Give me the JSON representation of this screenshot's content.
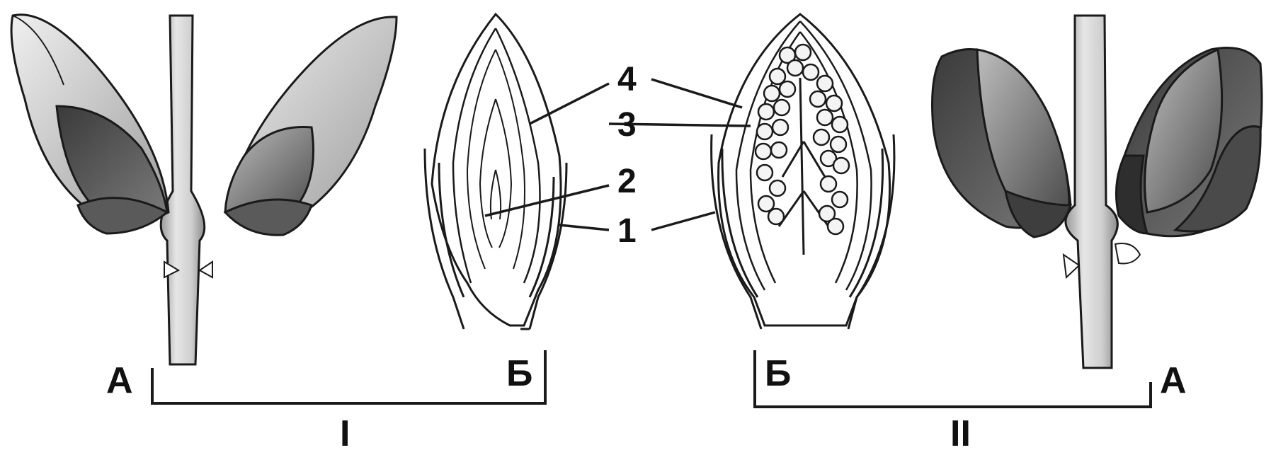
{
  "labels": {
    "view_a": "А",
    "view_b": "Б",
    "callout_1": "1",
    "callout_2": "2",
    "callout_3": "3",
    "callout_4": "4",
    "group_1": "I",
    "group_2": "II"
  },
  "colors": {
    "ink": "#1a1a1a",
    "stem_fill": "#d8d8d8",
    "dark_scale": "#4a4a4a",
    "mid_scale": "#8a8a8a",
    "light_scale": "#c4c4c4",
    "flower_bud_fill": "#f4f4f4"
  }
}
